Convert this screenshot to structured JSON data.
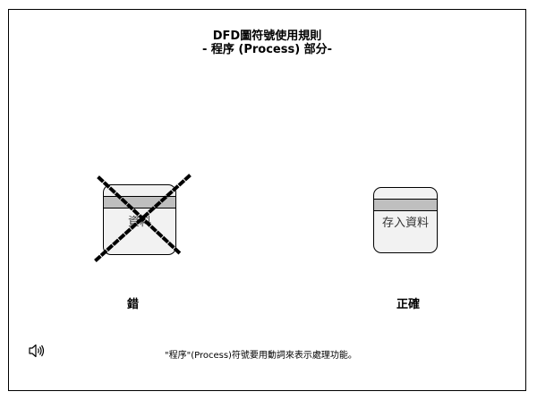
{
  "title": {
    "line1": "DFD圖符號使用規則",
    "line2": "- 程序 (Process) 部分-"
  },
  "wrong_example": {
    "shape_label": "資料",
    "caption": "錯"
  },
  "right_example": {
    "shape_label": "存入資料",
    "caption": "正確"
  },
  "note": {
    "text": "\"程序\"(Process)符號要用動詞來表示處理功能。"
  },
  "icons": {
    "speaker": "speaker-icon",
    "cross": "cross-mark-icon"
  },
  "colors": {
    "band": "#bfbfbf",
    "shape_fill": "#f2f2f2",
    "cross": "#000000"
  }
}
